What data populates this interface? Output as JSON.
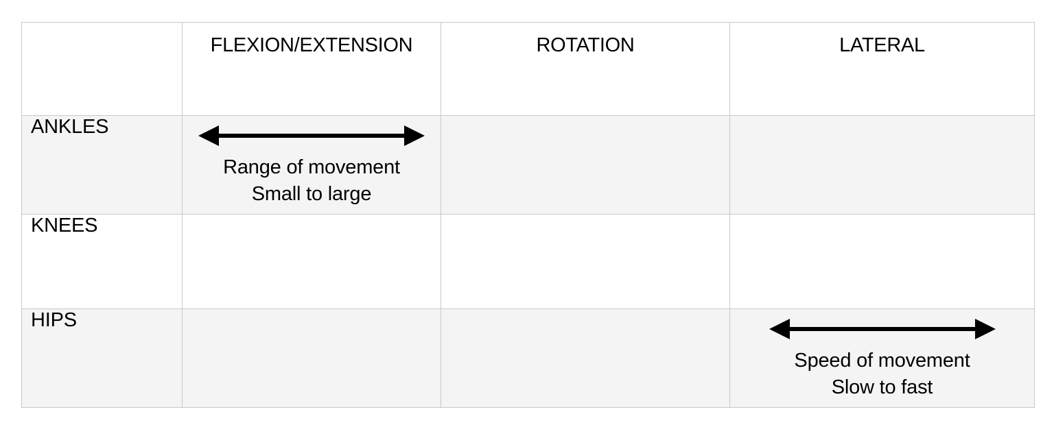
{
  "table": {
    "columns": [
      "",
      "FLEXION/EXTENSION",
      "ROTATION",
      "LATERAL"
    ],
    "rows": [
      {
        "label": "ANKLES",
        "cells": [
          {
            "arrow": "double-headed-arrow",
            "line1": "Range of movement",
            "line2": "Small to large"
          },
          null,
          null
        ]
      },
      {
        "label": "KNEES",
        "cells": [
          null,
          null,
          null
        ]
      },
      {
        "label": "HIPS",
        "cells": [
          null,
          null,
          {
            "arrow": "double-headed-arrow",
            "line1": "Speed of movement",
            "line2": "Slow to fast"
          }
        ]
      }
    ]
  },
  "colors": {
    "grid_line": "#c8c8c8",
    "shaded_row": "#f4f4f4",
    "background": "#ffffff",
    "text": "#000000"
  }
}
